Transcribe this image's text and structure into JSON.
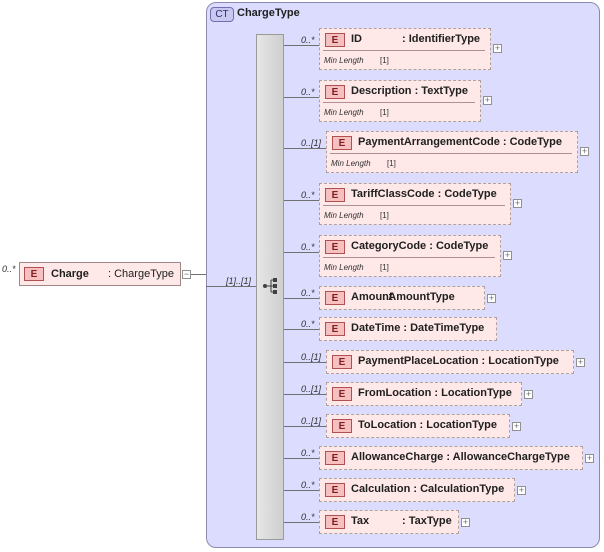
{
  "root": {
    "badge": "E",
    "name": "Charge",
    "type": ": ChargeType",
    "cardinality": "0..*",
    "collapse": "−"
  },
  "complex_type": {
    "badge": "CT",
    "name": "ChargeType",
    "sequence_cardinality": "[1]..[1]"
  },
  "children": [
    {
      "badge": "E",
      "name": "ID",
      "type": ": IdentifierType",
      "card": "0..*",
      "facet_key": "Min Length",
      "facet_val": "[1]",
      "expand": "+"
    },
    {
      "badge": "E",
      "name": "Description",
      "type": ": TextType",
      "card": "0..*",
      "facet_key": "Min Length",
      "facet_val": "[1]",
      "expand": "+"
    },
    {
      "badge": "E",
      "name": "PaymentArrangementCode",
      "type": ": CodeType",
      "card": "0..[1]",
      "facet_key": "Min Length",
      "facet_val": "[1]",
      "expand": "+"
    },
    {
      "badge": "E",
      "name": "TariffClassCode",
      "type": ": CodeType",
      "card": "0..*",
      "facet_key": "Min Length",
      "facet_val": "[1]",
      "expand": "+"
    },
    {
      "badge": "E",
      "name": "CategoryCode",
      "type": ": CodeType",
      "card": "0..*",
      "facet_key": "Min Length",
      "facet_val": "[1]",
      "expand": "+"
    },
    {
      "badge": "E",
      "name": "Amount",
      "type": ": AmountType",
      "card": "0..*",
      "expand": "+"
    },
    {
      "badge": "E",
      "name": "DateTime",
      "type": ": DateTimeType",
      "card": "0..*"
    },
    {
      "badge": "E",
      "name": "PaymentPlaceLocation",
      "type": ": LocationType",
      "card": "0..[1]",
      "expand": "+"
    },
    {
      "badge": "E",
      "name": "FromLocation",
      "type": ": LocationType",
      "card": "0..[1]",
      "expand": "+"
    },
    {
      "badge": "E",
      "name": "ToLocation",
      "type": ": LocationType",
      "card": "0..[1]",
      "expand": "+"
    },
    {
      "badge": "E",
      "name": "AllowanceCharge",
      "type": ": AllowanceChargeType",
      "card": "0..*",
      "expand": "+"
    },
    {
      "badge": "E",
      "name": "Calculation",
      "type": ": CalculationType",
      "card": "0..*",
      "expand": "+"
    },
    {
      "badge": "E",
      "name": "Tax",
      "type": ": TaxType",
      "card": "0..*",
      "expand": "+"
    }
  ]
}
